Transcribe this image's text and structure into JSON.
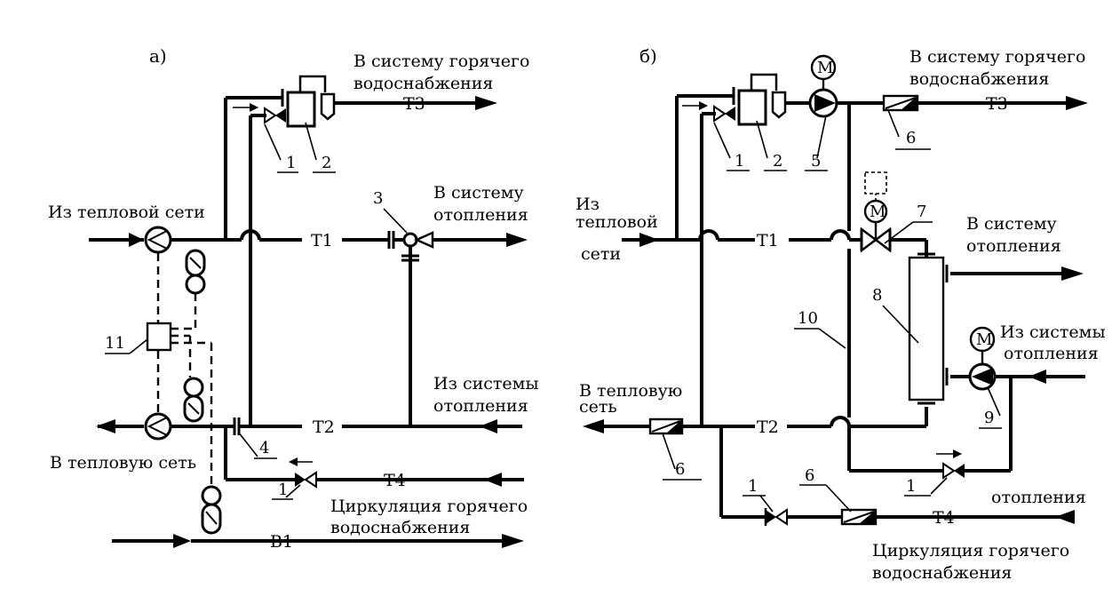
{
  "diagram_a": {
    "label": "а)",
    "dhw_supply": [
      "В систему горячего",
      "водоснабжения"
    ],
    "pipe_t3": "Т3",
    "to_heating": [
      "В систему",
      "отопления"
    ],
    "from_network": "Из тепловой сети",
    "pipe_t1": "Т1",
    "from_heating": [
      "Из системы",
      "отопления"
    ],
    "pipe_t2": "Т2",
    "to_network": "В тепловую сеть",
    "pipe_t4": "Т4",
    "dhw_circulation": [
      "Циркуляция горячего",
      "водоснабжения"
    ],
    "pipe_b1": "В1",
    "callouts": [
      "1",
      "2",
      "3",
      "11",
      "4",
      "1"
    ]
  },
  "diagram_b": {
    "label": "б)",
    "dhw_supply": [
      "В систему горячего",
      "водоснабжения"
    ],
    "pipe_t3": "Т3",
    "from_network": [
      "Из",
      "тепловой",
      "сети"
    ],
    "pipe_t1": "Т1",
    "to_heating": [
      "В систему",
      "отопления"
    ],
    "from_heating": [
      "Из системы",
      "отопления"
    ],
    "to_network": [
      "В тепловую",
      "сеть"
    ],
    "pipe_t2": "Т2",
    "heating_return": "отопления",
    "pipe_t4": "Т4",
    "dhw_circulation": [
      "Циркуляция горячего",
      "водоснабжения"
    ],
    "motor": "М",
    "callouts": [
      "1",
      "2",
      "5",
      "6",
      "7",
      "8",
      "10",
      "9",
      "6",
      "1",
      "6",
      "1"
    ]
  }
}
